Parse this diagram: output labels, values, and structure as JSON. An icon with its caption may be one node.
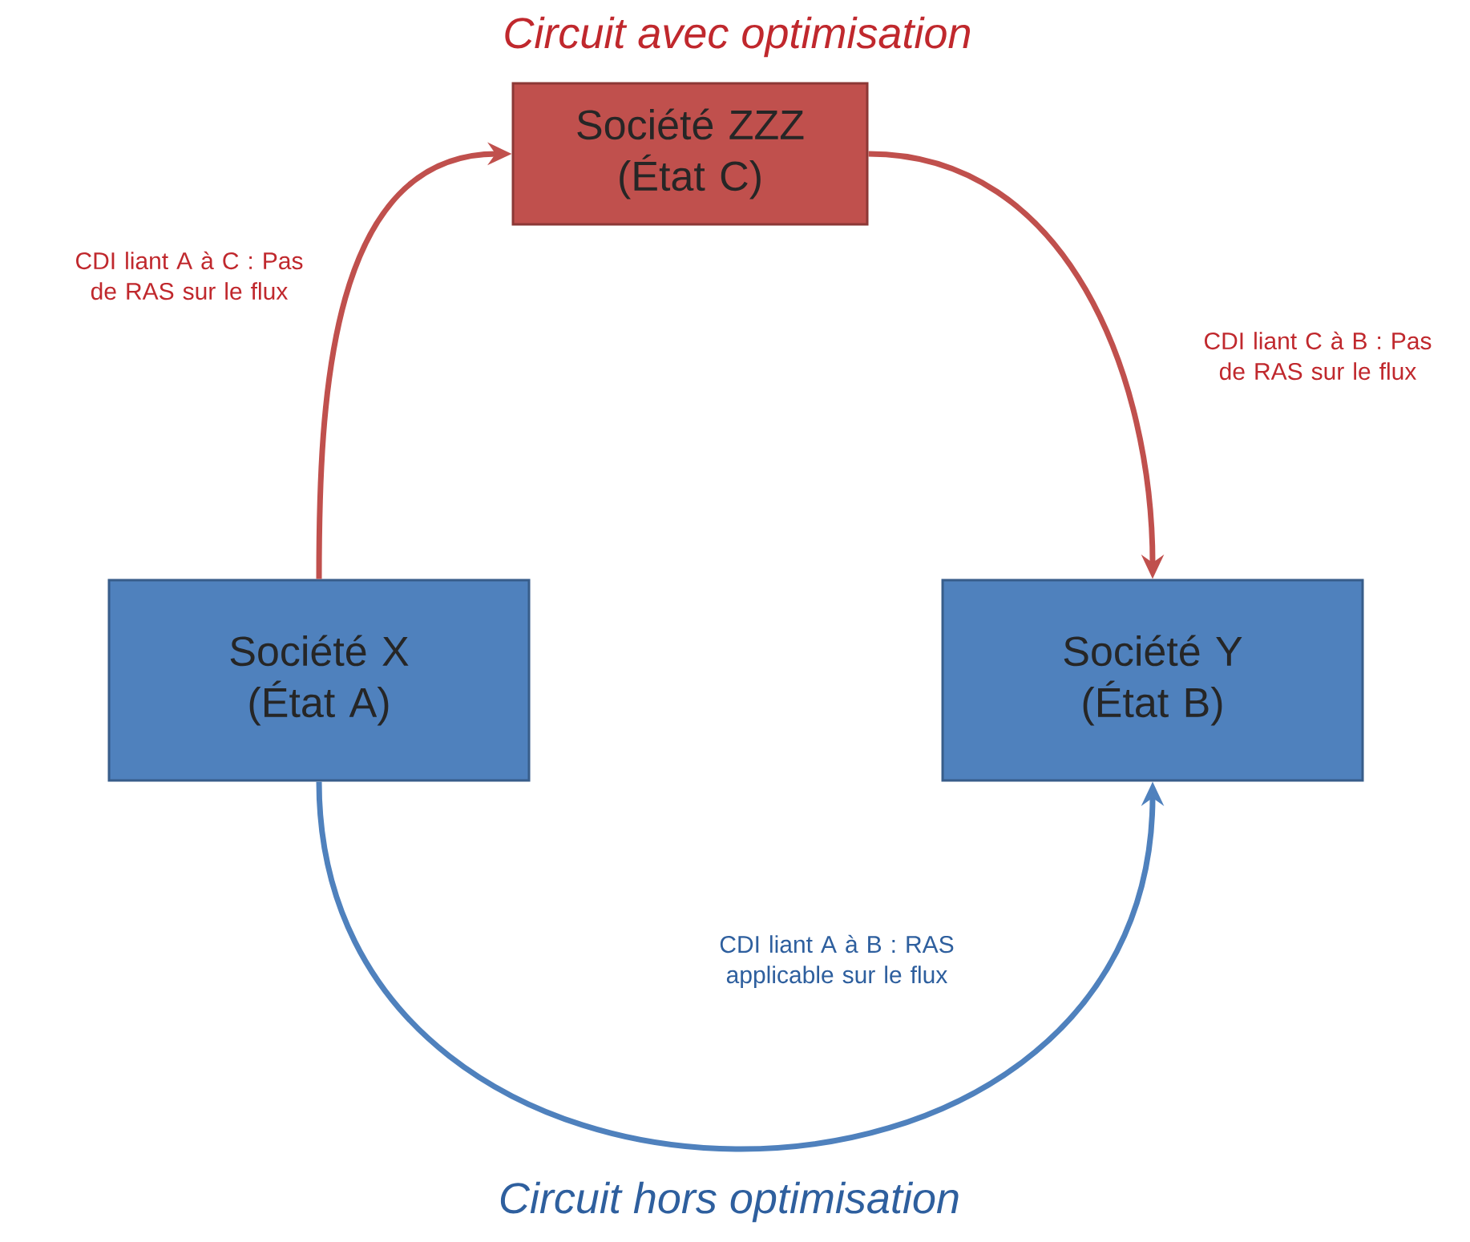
{
  "diagram": {
    "title": "Circuit avec optimisation",
    "caption": "Circuit hors optimisation",
    "nodes": [
      {
        "text": [
          "Société ZZZ (État C)"
        ]
      },
      {
        "text": [
          "Société X (État A)"
        ]
      },
      {
        "text": [
          "Société Y (État B)"
        ]
      }
    ],
    "edges": [
      {
        "from": 1,
        "to": 0,
        "arrow": "to",
        "label": "CDI liant A à C : Pas de RAS sur le flux"
      },
      {
        "from": 0,
        "to": 2,
        "arrow": "to",
        "label": "CDI liant C à B : Pas de RAS sur le flux"
      },
      {
        "from": 1,
        "to": 2,
        "arrow": "to",
        "label": "CDI liant A à B : RAS applicable sur le flux",
        "color": "#4f81bd"
      }
    ]
  }
}
